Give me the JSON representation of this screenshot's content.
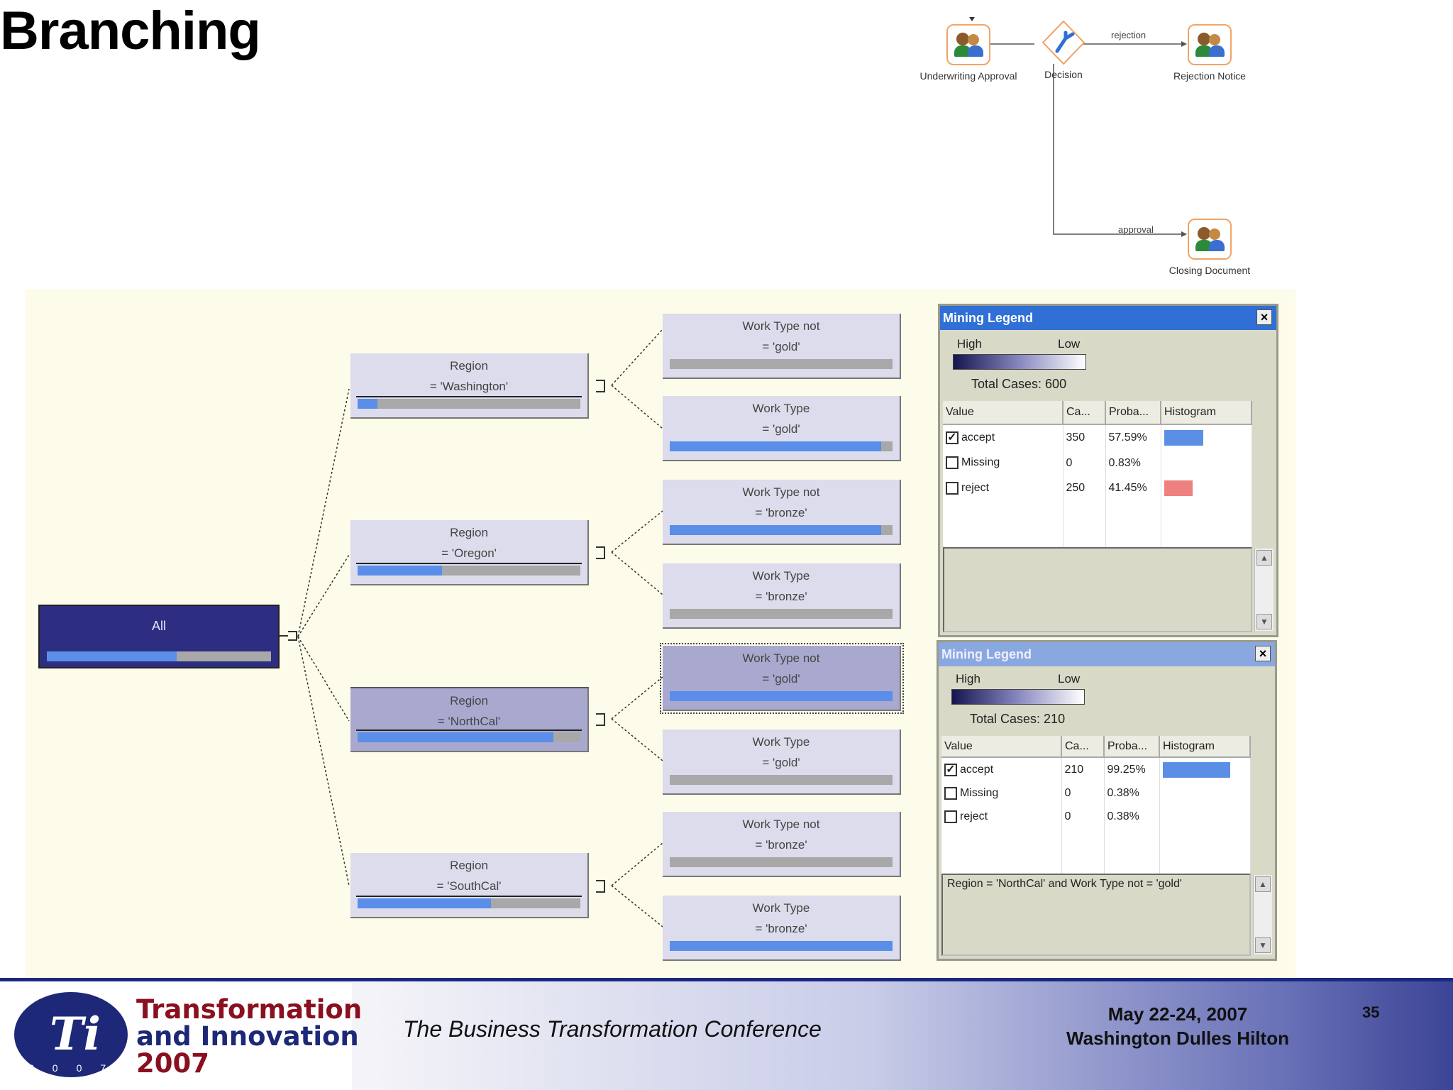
{
  "slide": {
    "title": "Branching",
    "page_number": "35"
  },
  "workflow": {
    "nodes": [
      {
        "label": "Underwriting Approval"
      },
      {
        "label": "Decision"
      },
      {
        "label": "Rejection Notice"
      },
      {
        "label": "Closing Document"
      }
    ],
    "edge_labels": {
      "rejection": "rejection",
      "approval": "approval"
    }
  },
  "tree": {
    "root": {
      "label": "All",
      "fill": 0.58
    },
    "regions": [
      {
        "line1": "Region",
        "line2": "= 'Washington'",
        "fill": 0.09
      },
      {
        "line1": "Region",
        "line2": "= 'Oregon'",
        "fill": 0.38
      },
      {
        "line1": "Region",
        "line2": "= 'NorthCal'",
        "fill": 0.88
      },
      {
        "line1": "Region",
        "line2": "= 'SouthCal'",
        "fill": 0.6
      }
    ],
    "leaves": [
      {
        "line1": "Work Type not",
        "line2": "= 'gold'",
        "fill": 0.0
      },
      {
        "line1": "Work Type",
        "line2": "= 'gold'",
        "fill": 0.95
      },
      {
        "line1": "Work Type not",
        "line2": "= 'bronze'",
        "fill": 0.95
      },
      {
        "line1": "Work Type",
        "line2": "= 'bronze'",
        "fill": 0.0
      },
      {
        "line1": "Work Type not",
        "line2": "= 'gold'",
        "fill": 1.0
      },
      {
        "line1": "Work Type",
        "line2": "= 'gold'",
        "fill": 0.0
      },
      {
        "line1": "Work Type not",
        "line2": "= 'bronze'",
        "fill": 0.0
      },
      {
        "line1": "Work Type",
        "line2": "= 'bronze'",
        "fill": 1.0
      }
    ]
  },
  "legend1": {
    "title": "Mining Legend",
    "high": "High",
    "low": "Low",
    "total_cases": "Total Cases: 600",
    "columns": [
      "Value",
      "Ca...",
      "Proba...",
      "Histogram"
    ],
    "rows": [
      {
        "value": "accept",
        "cases": "350",
        "prob": "57.59%",
        "checked": true,
        "hist_color": "#5b8fe6",
        "hist_fraction": 0.5759
      },
      {
        "value": "Missing",
        "cases": "0",
        "prob": "0.83%",
        "checked": false,
        "hist_color": "",
        "hist_fraction": 0
      },
      {
        "value": "reject",
        "cases": "250",
        "prob": "41.45%",
        "checked": false,
        "hist_color": "#ee8080",
        "hist_fraction": 0.4145
      }
    ]
  },
  "legend2": {
    "title": "Mining Legend",
    "high": "High",
    "low": "Low",
    "total_cases": "Total Cases: 210",
    "columns": [
      "Value",
      "Ca...",
      "Proba...",
      "Histogram"
    ],
    "rows": [
      {
        "value": "accept",
        "cases": "210",
        "prob": "99.25%",
        "checked": true,
        "hist_color": "#5b8fe6",
        "hist_fraction": 0.9925
      },
      {
        "value": "Missing",
        "cases": "0",
        "prob": "0.38%",
        "checked": false,
        "hist_color": "",
        "hist_fraction": 0
      },
      {
        "value": "reject",
        "cases": "0",
        "prob": "0.38%",
        "checked": false,
        "hist_color": "",
        "hist_fraction": 0
      }
    ],
    "description": "Region = 'NorthCal' and Work Type not = 'gold'"
  },
  "footer": {
    "logo_line1": "Transformation",
    "logo_line2": "and Innovation",
    "logo_line3": "2007",
    "logo_mark": "Ti",
    "logo_year_small": "2007",
    "conference": "The Business Transformation Conference",
    "date": "May 22-24, 2007",
    "venue": "Washington Dulles Hilton"
  },
  "colors": {
    "bar_fill": "#5a8ee8",
    "node_bg": "#dcdcec",
    "root_bg": "#2d2d82",
    "logo_red": "#8a1020",
    "footer_navy": "#1a2880"
  }
}
